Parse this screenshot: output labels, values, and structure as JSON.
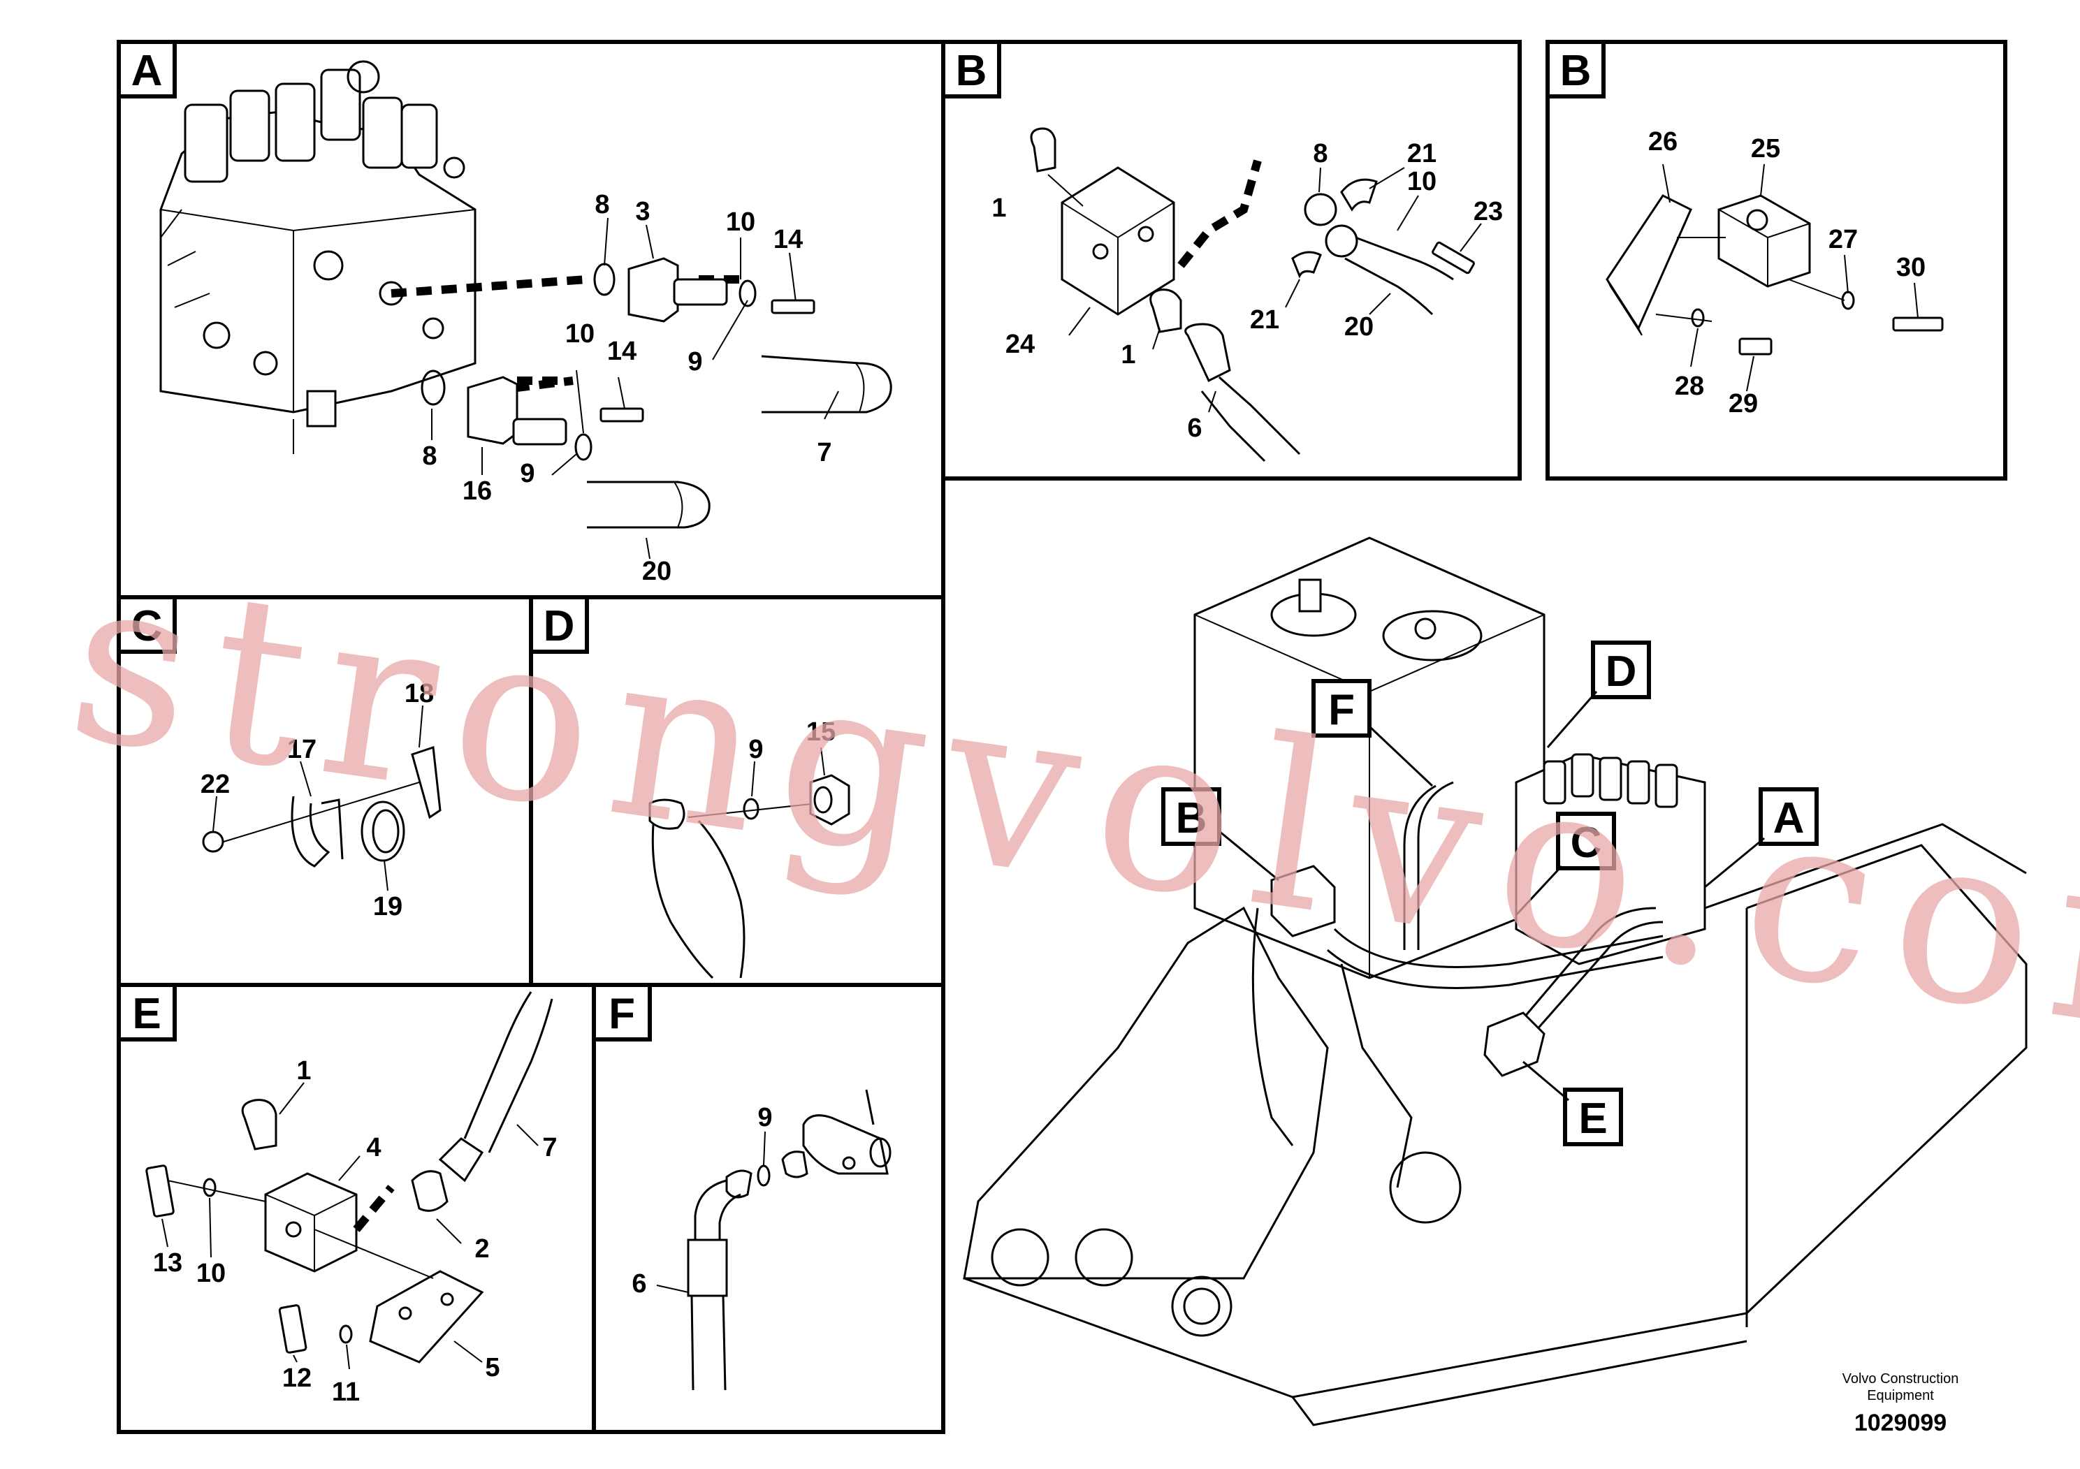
{
  "sections": {
    "A": "A",
    "B1": "B",
    "B2": "B",
    "C": "C",
    "D": "D",
    "E": "E",
    "F": "F"
  },
  "callouts": {
    "A": "A",
    "B": "B",
    "C": "C",
    "D": "D",
    "E": "E",
    "F": "F"
  },
  "panelA": {
    "p8a": "8",
    "p3": "3",
    "p10a": "10",
    "p14a": "14",
    "p10b": "10",
    "p14b": "14",
    "p9a": "9",
    "p7": "7",
    "p8b": "8",
    "p16": "16",
    "p9b": "9",
    "p20": "20"
  },
  "panelB1": {
    "p1a": "1",
    "p8": "8",
    "p21a": "21",
    "p10": "10",
    "p23": "23",
    "p24": "24",
    "p1b": "1",
    "p21b": "21",
    "p20": "20",
    "p6": "6"
  },
  "panelB2": {
    "p26": "26",
    "p25": "25",
    "p27": "27",
    "p30": "30",
    "p28": "28",
    "p29": "29"
  },
  "panelC": {
    "p18": "18",
    "p17": "17",
    "p22": "22",
    "p19": "19"
  },
  "panelD": {
    "p9": "9",
    "p15": "15"
  },
  "panelE": {
    "p1": "1",
    "p4": "4",
    "p7": "7",
    "p13": "13",
    "p10": "10",
    "p2": "2",
    "p12": "12",
    "p11": "11",
    "p5": "5"
  },
  "panelF": {
    "p9": "9",
    "p6": "6"
  },
  "footer": {
    "company_line1": "Volvo Construction",
    "company_line2": "Equipment",
    "drawing_number": "1029099"
  },
  "watermark": "strongvolvo.com"
}
